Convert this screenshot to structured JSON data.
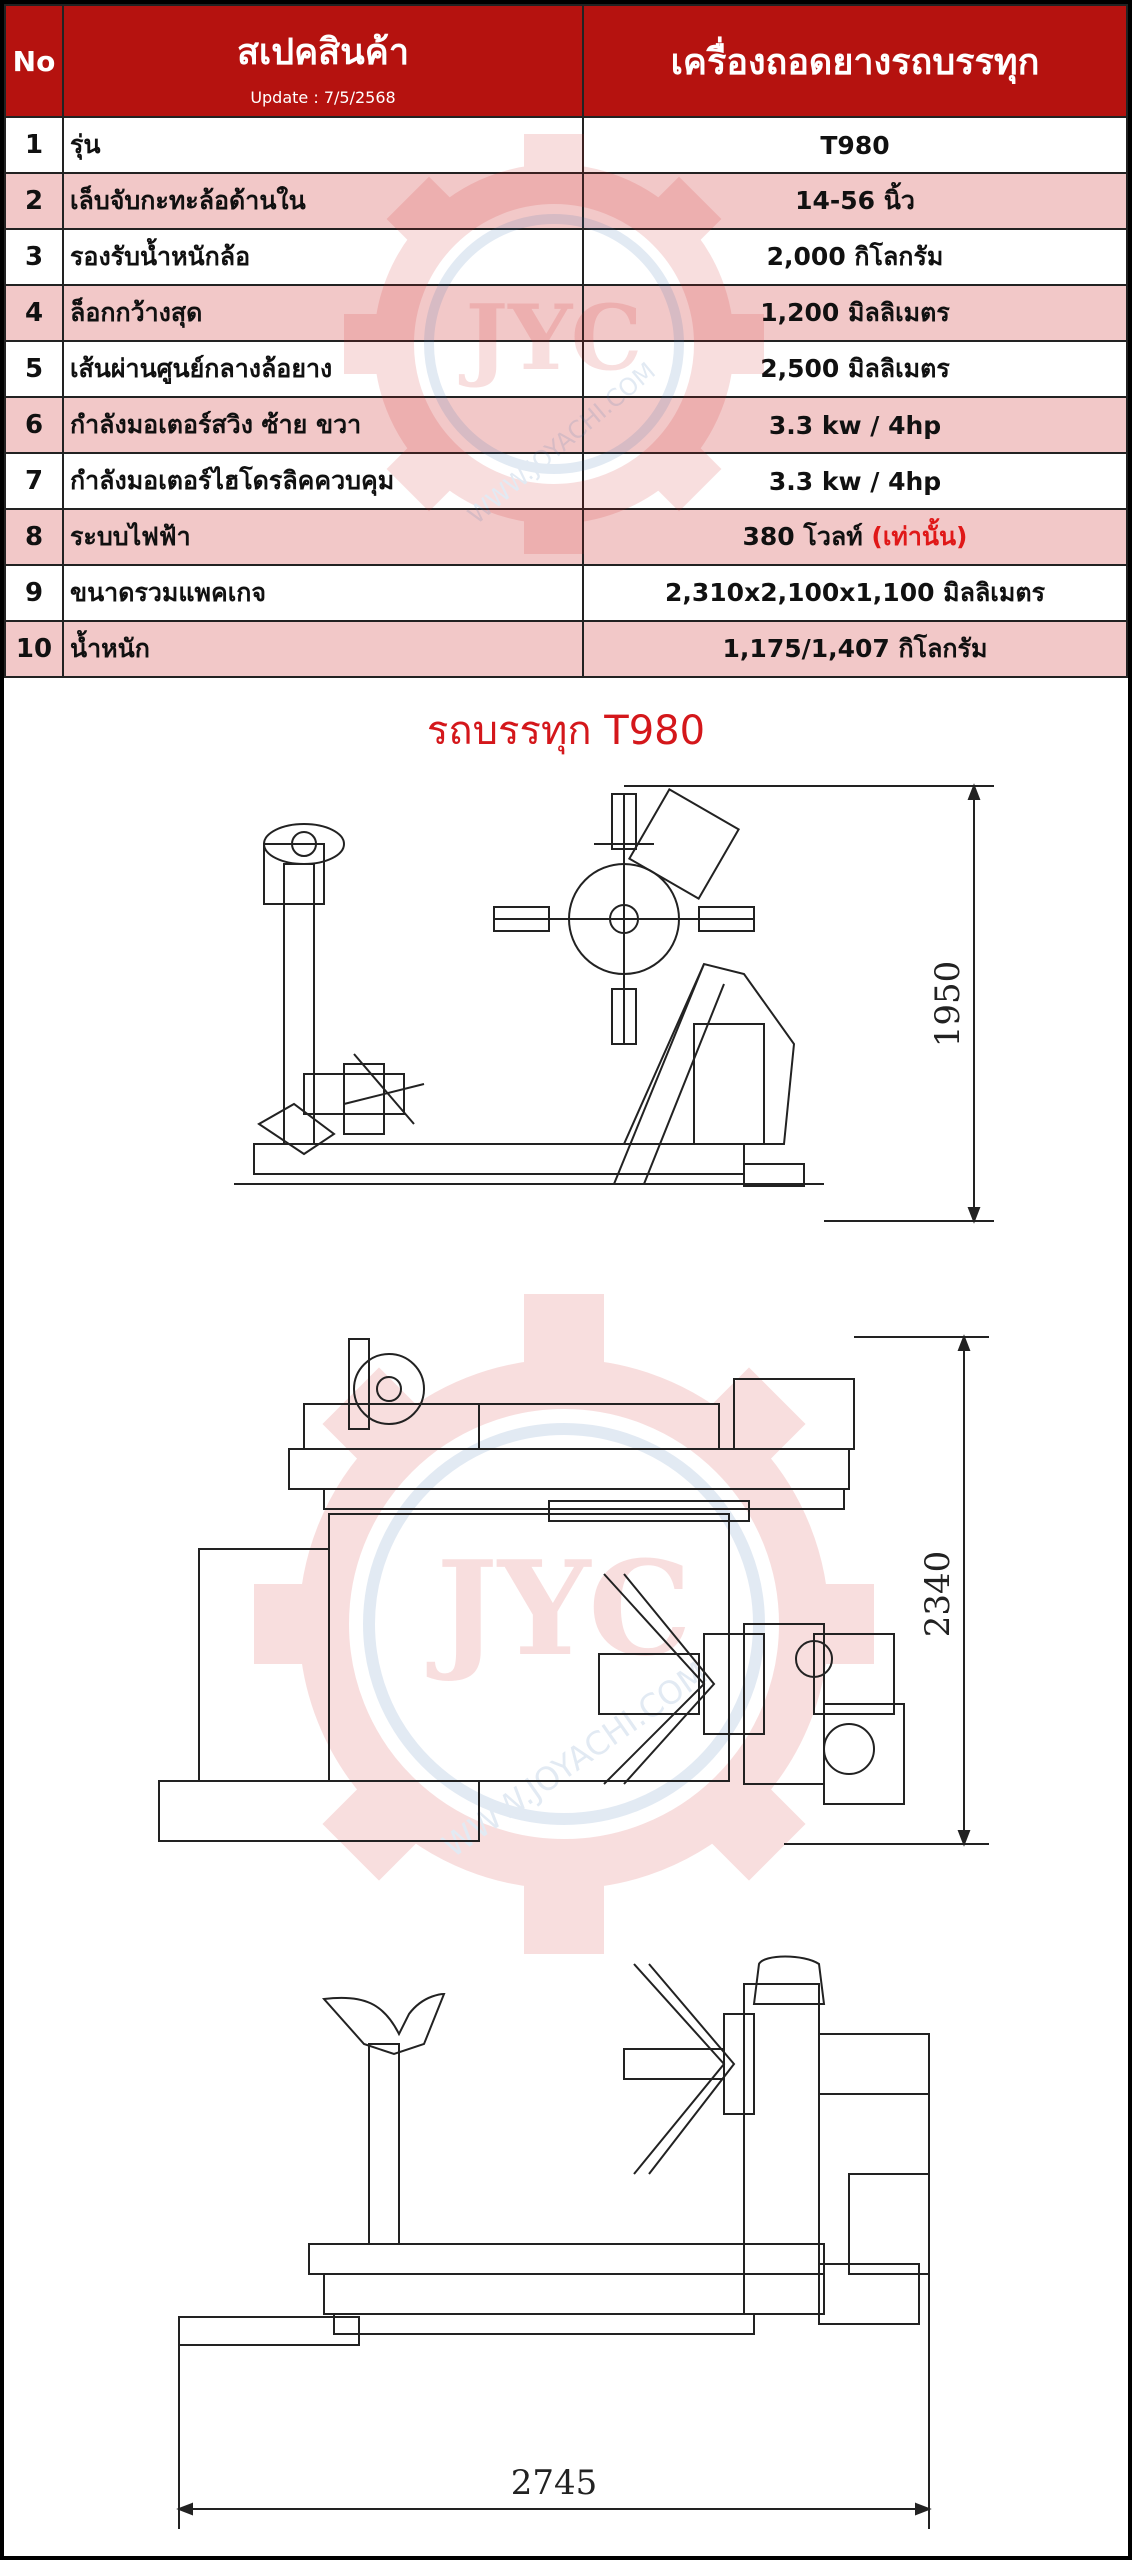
{
  "header": {
    "no_label": "No",
    "spec_title": "สเปคสินค้า",
    "update_text": "Update : 7/5/2568",
    "machine_title": "เครื่องถอดยางรถบรรทุก"
  },
  "rows": [
    {
      "no": "1",
      "label": "รุ่น",
      "value": "T980"
    },
    {
      "no": "2",
      "label": "เล็บจับกะทะล้อด้านใน",
      "value": "14-56 นิ้ว"
    },
    {
      "no": "3",
      "label": "รองรับน้ำหนักล้อ",
      "value": "2,000 กิโลกรัม"
    },
    {
      "no": "4",
      "label": "ล็อกกว้างสุด",
      "value": "1,200 มิลลิเมตร"
    },
    {
      "no": "5",
      "label": "เส้นผ่านศูนย์กลางล้อยาง",
      "value": "2,500 มิลลิเมตร"
    },
    {
      "no": "6",
      "label": "กำลังมอเตอร์สวิง ซ้าย ขวา",
      "value": "3.3 kw / 4hp"
    },
    {
      "no": "7",
      "label": "กำลังมอเตอร์ไฮโดรลิคควบคุม",
      "value": "3.3 kw / 4hp"
    },
    {
      "no": "8",
      "label": "ระบบไฟฟ้า",
      "value": "380 โวลท์",
      "value_note": "(เท่านั้น)"
    },
    {
      "no": "9",
      "label": "ขนาดรวมแพคเกจ",
      "value": "2,310x2,100x1,100 มิลลิเมตร"
    },
    {
      "no": "10",
      "label": "น้ำหนัก",
      "value": "1,175/1,407 กิโลกรัม"
    }
  ],
  "figure": {
    "title": "รถบรรทุก T980",
    "dim_height": "1950",
    "dim_depth": "2340",
    "dim_width": "2745"
  },
  "watermark": {
    "logo_text": "JYC",
    "url_text": "WWW.JOYACHI.COM"
  },
  "colors": {
    "header_red": "#b5120f",
    "row_pink": "#f2c8c8",
    "accent_red": "#e01818"
  }
}
